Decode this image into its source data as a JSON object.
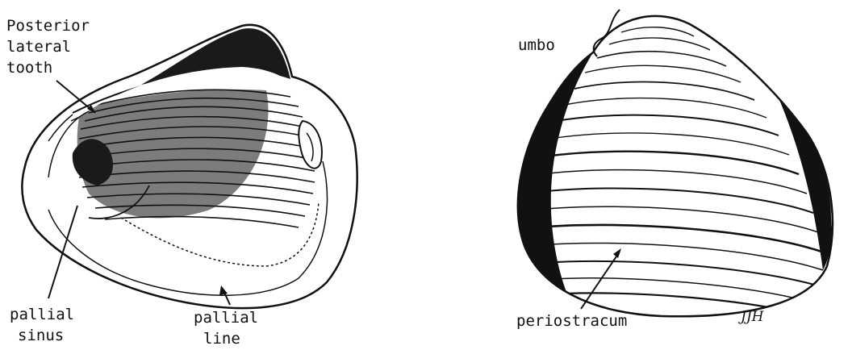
{
  "labels": {
    "posterior_lateral_tooth": [
      "Posterior",
      "lateral",
      "tooth"
    ],
    "pallial_sinus": [
      "pallial",
      "sinus"
    ],
    "pallial_line": [
      "pallial",
      "line"
    ],
    "umbo": "umbo",
    "periostracum": "periostracum"
  },
  "signature": "JJH"
}
